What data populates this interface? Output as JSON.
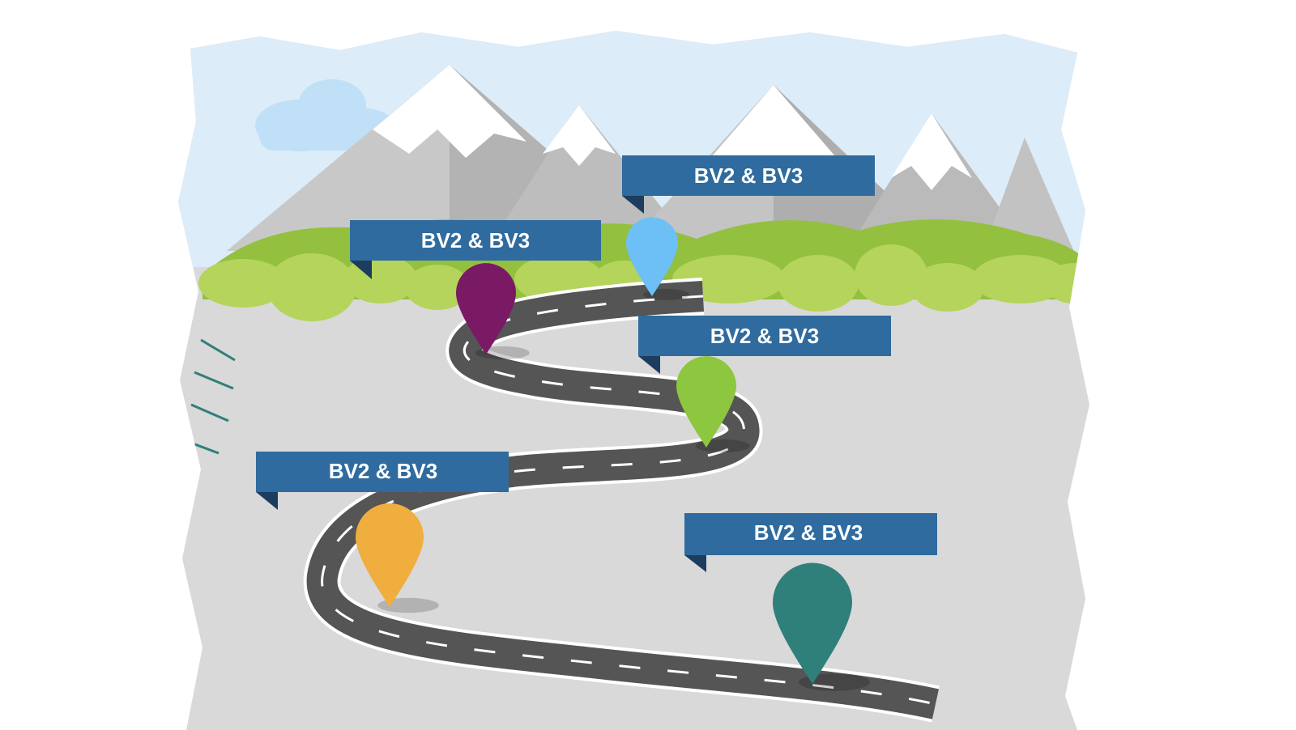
{
  "milestones": [
    {
      "label": "BV2 & BV3",
      "pin_color": "#2f7f7a",
      "pin_label": "teal-pin"
    },
    {
      "label": "BV2 & BV3",
      "pin_color": "#f0ae3f",
      "pin_label": "orange-pin"
    },
    {
      "label": "BV2 & BV3",
      "pin_color": "#8dc63f",
      "pin_label": "green-pin"
    },
    {
      "label": "BV2 & BV3",
      "pin_color": "#7a1a64",
      "pin_label": "purple-pin"
    },
    {
      "label": "BV2 & BV3",
      "pin_color": "#6cc0f5",
      "pin_label": "blue-pin"
    }
  ],
  "colors": {
    "banner": "#2f6b9e",
    "banner_fold": "#1c3d5e",
    "road": "#555555",
    "ground": "#d9d9d9",
    "grass": "#a9cf54",
    "sky": "#dcecf8"
  }
}
